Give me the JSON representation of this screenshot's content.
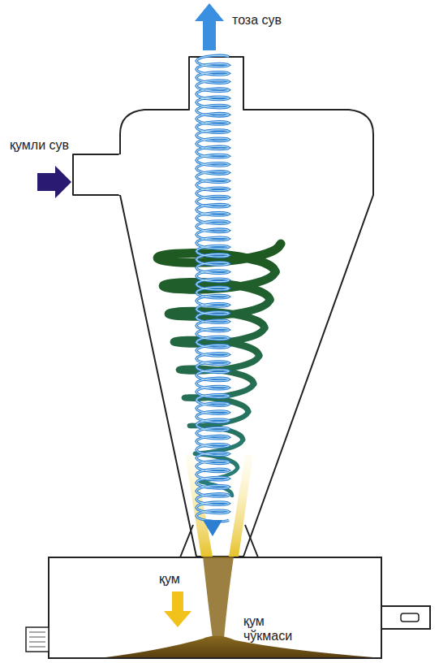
{
  "diagram": {
    "labels": [
      "тоза сув",
      "қумли сув",
      "қум",
      "қум чўкмаси"
    ]
  }
}
